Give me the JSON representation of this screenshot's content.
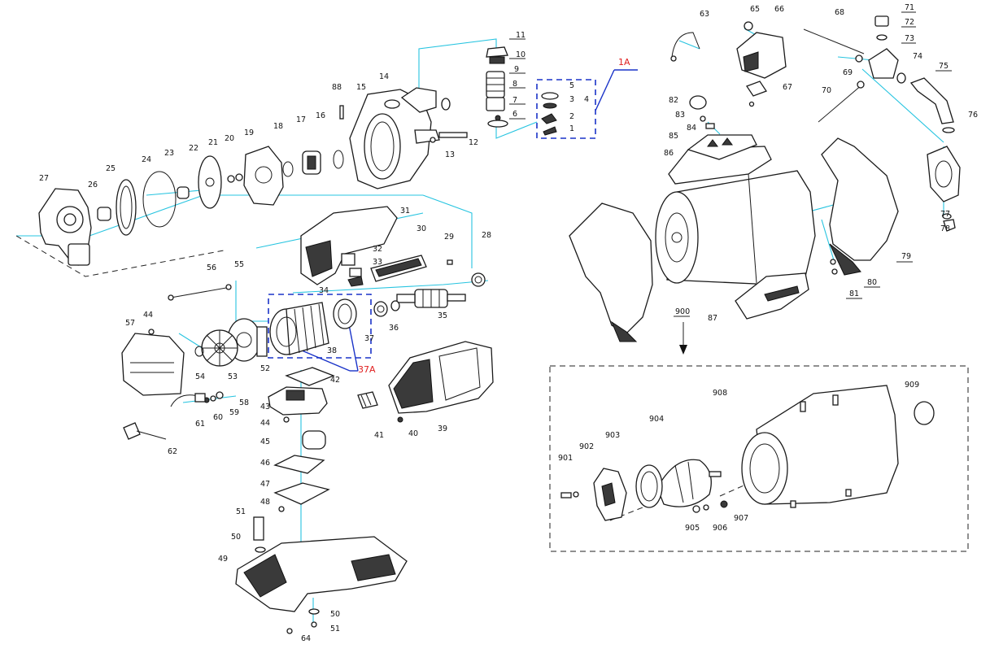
{
  "parts": {
    "p1": "1",
    "p2": "2",
    "p3": "3",
    "p4": "4",
    "p5": "5",
    "p6": "6",
    "p7": "7",
    "p8": "8",
    "p9": "9",
    "p10": "10",
    "p11": "11",
    "p12": "12",
    "p13": "13",
    "p14": "14",
    "p15": "15",
    "p16": "16",
    "p17": "17",
    "p18": "18",
    "p19": "19",
    "p20": "20",
    "p21": "21",
    "p22": "22",
    "p23": "23",
    "p24": "24",
    "p25": "25",
    "p26": "26",
    "p27": "27",
    "p28": "28",
    "p29": "29",
    "p30": "30",
    "p31": "31",
    "p32": "32",
    "p33": "33",
    "p34": "34",
    "p35": "35",
    "p36": "36",
    "p37": "37",
    "p38": "38",
    "p39": "39",
    "p40": "40",
    "p41": "41",
    "p42": "42",
    "p43": "43",
    "p44": "44",
    "p45": "45",
    "p46": "46",
    "p47": "47",
    "p48": "48",
    "p49": "49",
    "p50": "50",
    "p51": "51",
    "p52": "52",
    "p53": "53",
    "p54": "54",
    "p55": "55",
    "p56": "56",
    "p57": "57",
    "p58": "58",
    "p59": "59",
    "p60": "60",
    "p61": "61",
    "p62": "62",
    "p63": "63",
    "p64": "64",
    "p65": "65",
    "p66": "66",
    "p67": "67",
    "p68": "68",
    "p69": "69",
    "p70": "70",
    "p71": "71",
    "p72": "72",
    "p73": "73",
    "p74": "74",
    "p75": "75",
    "p76": "76",
    "p77": "77",
    "p78": "78",
    "p79": "79",
    "p80": "80",
    "p81": "81",
    "p82": "82",
    "p83": "83",
    "p84": "84",
    "p85": "85",
    "p86": "86",
    "p87": "87",
    "p88": "88",
    "p900": "900",
    "p901": "901",
    "p902": "902",
    "p903": "903",
    "p904": "904",
    "p905": "905",
    "p906": "906",
    "p907": "907",
    "p908": "908",
    "p909": "909"
  },
  "callouts": {
    "c1A": "1A",
    "c37A": "37A"
  },
  "colors": {
    "leader": "#27c4e0",
    "callout_box": "#1a33c8",
    "callout_text": "#e02020",
    "ink": "#1a1a1a"
  }
}
